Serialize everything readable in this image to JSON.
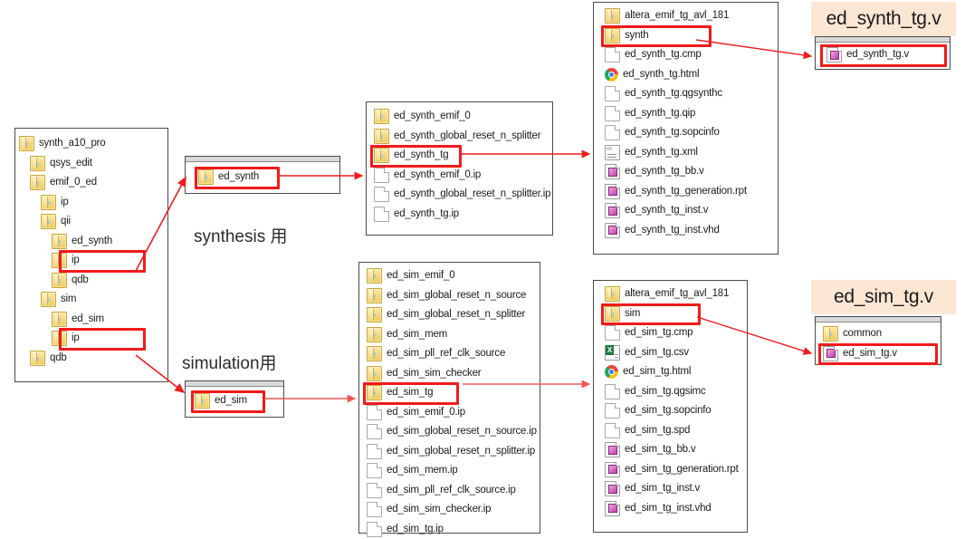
{
  "diagram": {
    "title": "Quartus generated IP directory structure",
    "accent_red": "#f21a1a",
    "callout_bg": "#fbe6d4"
  },
  "labels": {
    "synthesis": "synthesis 用",
    "simulation": "simulation用"
  },
  "callouts": {
    "synth": "ed_synth_tg.v",
    "sim": "ed_sim_tg.v"
  },
  "project_tree": {
    "items": [
      {
        "label": "synth_a10_pro",
        "icon": "folder",
        "indent": 0
      },
      {
        "label": "qsys_edit",
        "icon": "folder",
        "indent": 1
      },
      {
        "label": "emif_0_ed",
        "icon": "folder",
        "indent": 1
      },
      {
        "label": "ip",
        "icon": "folder",
        "indent": 2
      },
      {
        "label": "qii",
        "icon": "folder",
        "indent": 2
      },
      {
        "label": "ed_synth",
        "icon": "folder",
        "indent": 3
      },
      {
        "label": "ip",
        "icon": "folder",
        "indent": 3,
        "highlight": true
      },
      {
        "label": "qdb",
        "icon": "folder",
        "indent": 3
      },
      {
        "label": "sim",
        "icon": "folder",
        "indent": 2
      },
      {
        "label": "ed_sim",
        "icon": "folder",
        "indent": 3
      },
      {
        "label": "ip",
        "icon": "folder",
        "indent": 3,
        "highlight": true
      },
      {
        "label": "qdb",
        "icon": "folder",
        "indent": 1
      }
    ]
  },
  "ed_synth_panel": {
    "items": [
      {
        "label": "ed_synth",
        "icon": "folder",
        "highlight": true
      }
    ]
  },
  "ed_sim_panel": {
    "items": [
      {
        "label": "ed_sim",
        "icon": "folder",
        "highlight": true
      }
    ]
  },
  "synth_ip_panel": {
    "items": [
      {
        "label": "ed_synth_emif_0",
        "icon": "folder"
      },
      {
        "label": "ed_synth_global_reset_n_splitter",
        "icon": "folder"
      },
      {
        "label": "ed_synth_tg",
        "icon": "folder",
        "highlight": true
      },
      {
        "label": "ed_synth_emif_0.ip",
        "icon": "doc"
      },
      {
        "label": "ed_synth_global_reset_n_splitter.ip",
        "icon": "doc"
      },
      {
        "label": "ed_synth_tg.ip",
        "icon": "doc"
      }
    ]
  },
  "sim_ip_panel": {
    "items": [
      {
        "label": "ed_sim_emif_0",
        "icon": "folder"
      },
      {
        "label": "ed_sim_global_reset_n_source",
        "icon": "folder"
      },
      {
        "label": "ed_sim_global_reset_n_splitter",
        "icon": "folder"
      },
      {
        "label": "ed_sim_mem",
        "icon": "folder"
      },
      {
        "label": "ed_sim_pll_ref_clk_source",
        "icon": "folder"
      },
      {
        "label": "ed_sim_sim_checker",
        "icon": "folder"
      },
      {
        "label": "ed_sim_tg",
        "icon": "folder",
        "highlight": true
      },
      {
        "label": "ed_sim_emif_0.ip",
        "icon": "doc"
      },
      {
        "label": "ed_sim_global_reset_n_source.ip",
        "icon": "doc"
      },
      {
        "label": "ed_sim_global_reset_n_splitter.ip",
        "icon": "doc"
      },
      {
        "label": "ed_sim_mem.ip",
        "icon": "doc"
      },
      {
        "label": "ed_sim_pll_ref_clk_source.ip",
        "icon": "doc"
      },
      {
        "label": "ed_sim_sim_checker.ip",
        "icon": "doc"
      },
      {
        "label": "ed_sim_tg.ip",
        "icon": "doc"
      }
    ]
  },
  "synth_tg_panel": {
    "items": [
      {
        "label": "altera_emif_tg_avl_181",
        "icon": "folder"
      },
      {
        "label": "synth",
        "icon": "folder",
        "highlight": true
      },
      {
        "label": "ed_synth_tg.cmp",
        "icon": "doc"
      },
      {
        "label": "ed_synth_tg.html",
        "icon": "chrome"
      },
      {
        "label": "ed_synth_tg.qgsynthc",
        "icon": "doc"
      },
      {
        "label": "ed_synth_tg.qip",
        "icon": "doc"
      },
      {
        "label": "ed_synth_tg.sopcinfo",
        "icon": "doc"
      },
      {
        "label": "ed_synth_tg.xml",
        "icon": "xml"
      },
      {
        "label": "ed_synth_tg_bb.v",
        "icon": "vdoc"
      },
      {
        "label": "ed_synth_tg_generation.rpt",
        "icon": "vdoc"
      },
      {
        "label": "ed_synth_tg_inst.v",
        "icon": "vdoc"
      },
      {
        "label": "ed_synth_tg_inst.vhd",
        "icon": "vdoc"
      }
    ]
  },
  "sim_tg_panel": {
    "items": [
      {
        "label": "altera_emif_tg_avl_181",
        "icon": "folder"
      },
      {
        "label": "sim",
        "icon": "folder",
        "highlight": true
      },
      {
        "label": "ed_sim_tg.cmp",
        "icon": "doc"
      },
      {
        "label": "ed_sim_tg.csv",
        "icon": "csv"
      },
      {
        "label": "ed_sim_tg.html",
        "icon": "chrome"
      },
      {
        "label": "ed_sim_tg.qgsimc",
        "icon": "doc"
      },
      {
        "label": "ed_sim_tg.sopcinfo",
        "icon": "doc"
      },
      {
        "label": "ed_sim_tg.spd",
        "icon": "doc"
      },
      {
        "label": "ed_sim_tg_bb.v",
        "icon": "vdoc"
      },
      {
        "label": "ed_sim_tg_generation.rpt",
        "icon": "vdoc"
      },
      {
        "label": "ed_sim_tg_inst.v",
        "icon": "vdoc"
      },
      {
        "label": "ed_sim_tg_inst.vhd",
        "icon": "vdoc"
      }
    ]
  },
  "synth_result_panel": {
    "items": [
      {
        "label": "ed_synth_tg.v",
        "icon": "vdoc",
        "highlight": true
      }
    ]
  },
  "sim_result_panel": {
    "items": [
      {
        "label": "common",
        "icon": "folder"
      },
      {
        "label": "ed_sim_tg.v",
        "icon": "vdoc",
        "highlight": true
      }
    ]
  }
}
